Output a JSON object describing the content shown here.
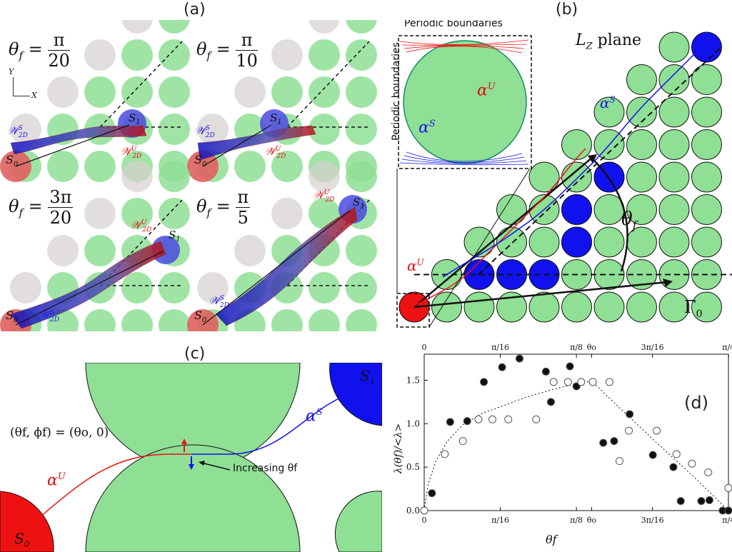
{
  "panels": {
    "a": "(a)",
    "b": "(b)",
    "c": "(c)",
    "d": "(d)"
  },
  "panel_a": {
    "sub1": {
      "label": "θf = π/20",
      "lhs": "θ",
      "lhs_sub": "f",
      "num": "π",
      "den": "20"
    },
    "sub2": {
      "label": "θf = π/10",
      "lhs": "θ",
      "lhs_sub": "f",
      "num": "π",
      "den": "10"
    },
    "sub3": {
      "label": "θf = 3π/20",
      "lhs": "θ",
      "lhs_sub": "f",
      "num": "3π",
      "den": "20"
    },
    "sub4": {
      "label": "θf = π/5",
      "lhs": "θ",
      "lhs_sub": "f",
      "num": "π",
      "den": "5"
    },
    "axis_y": "Y",
    "axis_x": "X",
    "s0": "S",
    "s0_sub": "0",
    "s1": "S",
    "s1_sub": "1",
    "ws": "𝒲",
    "ws_sup": "S",
    "ws_sub": "2D",
    "wu": "𝒲",
    "wu_sup": "U",
    "wu_sub": "2D"
  },
  "panel_b": {
    "inset_title": "Periodic boundaries",
    "inset_side": "Periodic boundaries",
    "alpha": "α",
    "sup_u": "U",
    "sup_s": "S",
    "plane": "L",
    "plane_sub": "Z",
    "plane_word": "plane",
    "theta": "θ",
    "theta_sub": "f",
    "gamma": "Γ",
    "gamma_sub": "0"
  },
  "panel_c": {
    "pair": "(θf, ϕf) = (θo, 0)",
    "increasing": "Increasing θf",
    "alpha": "α",
    "sup_u": "U",
    "sup_s": "S",
    "s0": "S",
    "s0_sub": "0",
    "s1": "S",
    "s1_sub": "1"
  },
  "colors": {
    "green": "#8fdf95",
    "red": "#ee1111",
    "blue": "#1111ee",
    "grey": "#d6d0d0"
  },
  "chart_data": {
    "type": "scatter",
    "title": "",
    "xlabel": "θf",
    "ylabel": "λ(θf)/<λ>",
    "xlim": [
      0,
      0.785
    ],
    "ylim": [
      0,
      1.8
    ],
    "xticks_bottom": [
      "0",
      "π/16",
      "π/8",
      "θo",
      "3π/16",
      "π/4"
    ],
    "xticks_top": [
      "0",
      "π/16",
      "π/8",
      "θo",
      "3π/16",
      "π/4"
    ],
    "yticks": [
      "0.0",
      "0.5",
      "1.0",
      "1.5"
    ],
    "annotation": "(d)",
    "series": [
      {
        "marker": "filled",
        "x": [
          0.0,
          0.02,
          0.067,
          0.111,
          0.154,
          0.201,
          0.246,
          0.314,
          0.327,
          0.376,
          0.393,
          0.462,
          0.49,
          0.53,
          0.59,
          0.643,
          0.662,
          0.715,
          0.736,
          0.77,
          0.785
        ],
        "y": [
          0.0,
          0.2,
          1.02,
          1.03,
          1.48,
          1.65,
          1.75,
          1.6,
          1.25,
          1.66,
          1.43,
          0.78,
          0.8,
          1.11,
          0.64,
          0.5,
          0.11,
          0.11,
          0.12,
          0.0,
          0.0
        ]
      },
      {
        "marker": "hollow",
        "x": [
          0.0,
          0.053,
          0.1,
          0.14,
          0.176,
          0.217,
          0.289,
          0.334,
          0.371,
          0.405,
          0.435,
          0.478,
          0.504,
          0.528,
          0.6,
          0.651,
          0.691,
          0.733,
          0.785
        ],
        "y": [
          0.0,
          0.65,
          0.8,
          1.05,
          1.05,
          1.05,
          1.05,
          1.48,
          1.48,
          1.48,
          1.48,
          1.48,
          0.57,
          0.92,
          0.92,
          0.65,
          0.54,
          0.44,
          0.26
        ]
      }
    ],
    "fit": {
      "style": "dotted",
      "x": [
        0.0,
        0.01,
        0.03,
        0.06,
        0.1,
        0.15,
        0.2,
        0.26,
        0.32,
        0.38,
        0.432,
        0.5,
        0.6,
        0.7,
        0.785
      ],
      "y": [
        0.0,
        0.3,
        0.57,
        0.8,
        0.99,
        1.12,
        1.2,
        1.3,
        1.38,
        1.45,
        1.49,
        1.2,
        0.78,
        0.37,
        0.0
      ]
    }
  }
}
